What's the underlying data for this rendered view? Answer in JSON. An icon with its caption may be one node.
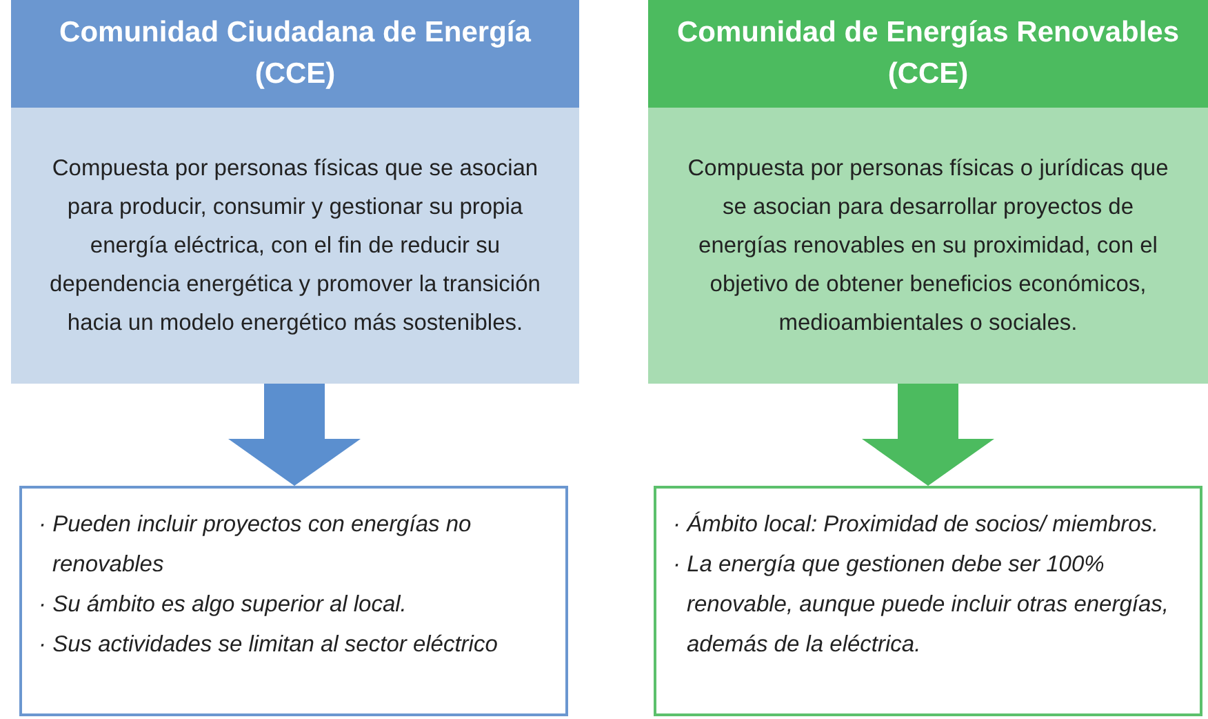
{
  "diagram": {
    "nodes": [
      {
        "text": [
          "Comunidad Ciudadana de Energía (CCE)"
        ]
      },
      {
        "text": [
          "Compuesta por personas físicas que se asocian para producir, consumir y gestionar su propia energía eléctrica, con el fin de reducir su dependencia energética y promover la transición hacia un modelo energético más sostenibles."
        ]
      },
      {
        "text": [
          "· Pueden incluir proyectos con energías no renovables",
          "· Su ámbito es algo superior al local.",
          "· Sus actividades se limitan al sector eléctrico"
        ]
      },
      {
        "text": [
          "Comunidad de Energías Renovables (CCE)"
        ]
      },
      {
        "text": [
          "Compuesta por personas físicas o jurídicas que se asocian para desarrollar proyectos de energías renovables en su proximidad, con el objetivo de obtener beneficios económicos, medioambientales o sociales."
        ]
      },
      {
        "text": [
          "· Ámbito local: Proximidad de socios/ miembros.",
          "· La energía que gestionen debe ser 100% renovable, aunque puede incluir otras energías, además de la eléctrica."
        ]
      }
    ],
    "edges": [
      {
        "from": 1,
        "to": 2,
        "arrow": "to",
        "style": "thick",
        "color": "#5b8fcf"
      },
      {
        "from": 4,
        "to": 5,
        "arrow": "to",
        "style": "thick",
        "color": "#4cbb5f"
      }
    ]
  }
}
